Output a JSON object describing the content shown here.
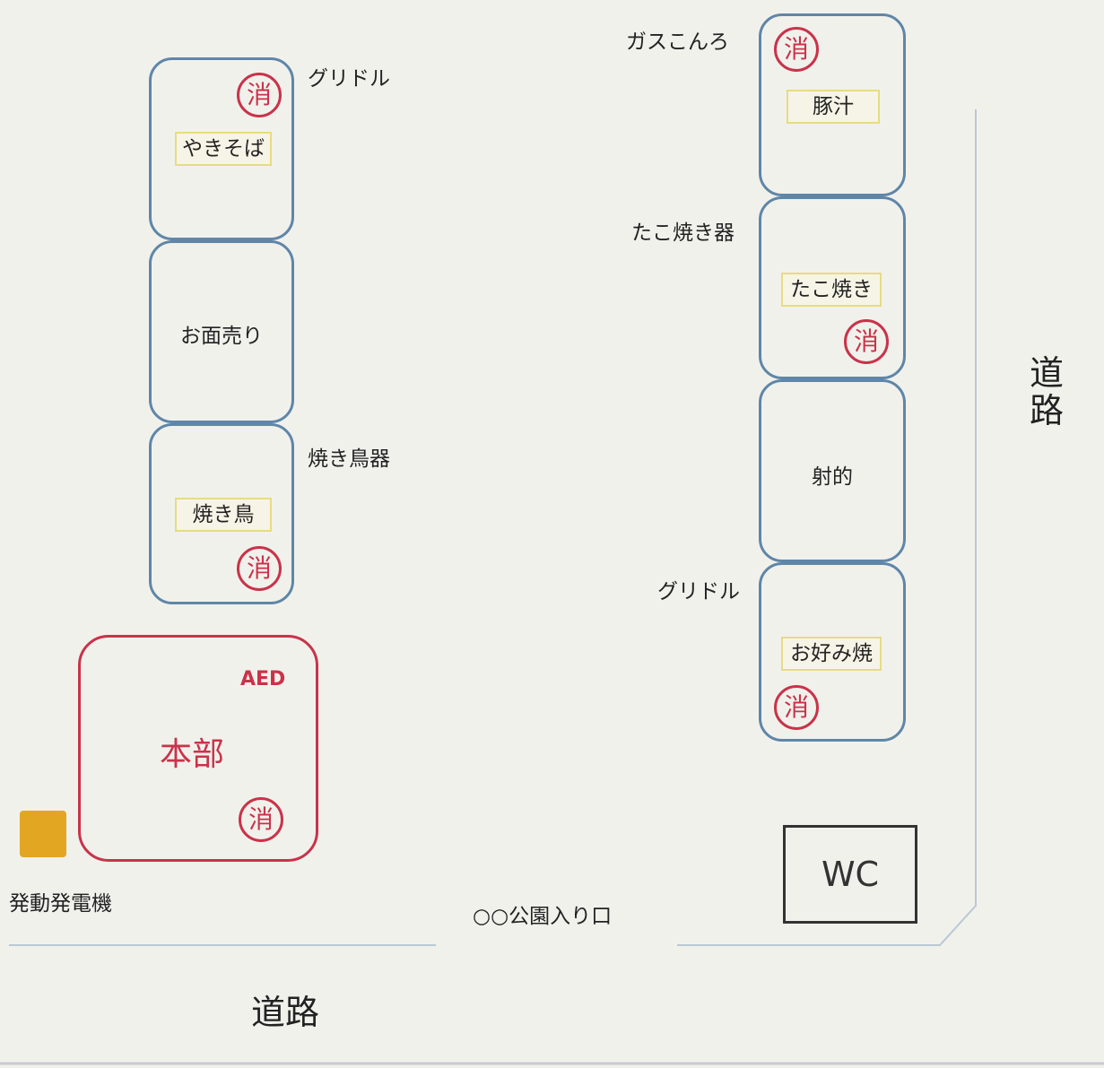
{
  "stalls": {
    "yakisoba": {
      "tag": "やきそば",
      "ext": "消",
      "equipment": "グリドル"
    },
    "omen": {
      "label": "お面売り"
    },
    "yakitori": {
      "tag": "焼き鳥",
      "ext": "消",
      "equipment": "焼き鳥器"
    },
    "tonjiru": {
      "tag": "豚汁",
      "ext": "消",
      "equipment": "ガスこんろ"
    },
    "takoyaki": {
      "tag": "たこ焼き",
      "ext": "消",
      "equipment": "たこ焼き器"
    },
    "shateki": {
      "label": "射的"
    },
    "okonomiyaki": {
      "tag": "お好み焼",
      "ext": "消",
      "equipment": "グリドル"
    }
  },
  "headquarters": {
    "title": "本部",
    "aed": "AED",
    "ext": "消"
  },
  "generator": {
    "label": "発動発電機",
    "color": "#e3a623"
  },
  "wc": {
    "label": "WC"
  },
  "entrance": {
    "label": "○○公園入り口"
  },
  "roads": {
    "right": "道路",
    "bottom": "道路"
  },
  "colors": {
    "stall_border": "#5f86a8",
    "hq_border": "#c9334a",
    "extinguisher": "#c9334a",
    "tag_border": "#e6dc83",
    "road_line": "#b9c8d4"
  }
}
